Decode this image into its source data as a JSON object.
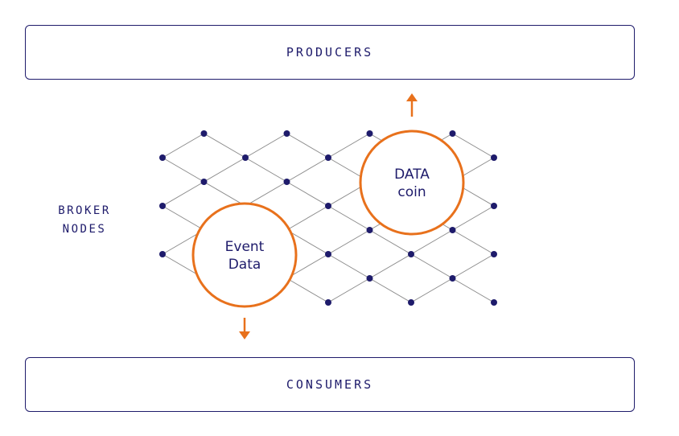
{
  "producers": {
    "label": "PRODUCERS"
  },
  "consumers": {
    "label": "CONSUMERS"
  },
  "broker_nodes": {
    "line1": "BROKER",
    "line2": "NODES"
  },
  "event_circle": {
    "line1": "Event",
    "line2": "Data"
  },
  "data_circle": {
    "line1": "DATA",
    "line2": "coin"
  },
  "colors": {
    "navy": "#1e1b6b",
    "orange": "#e8711c",
    "grid_line": "#8c8c8c"
  }
}
